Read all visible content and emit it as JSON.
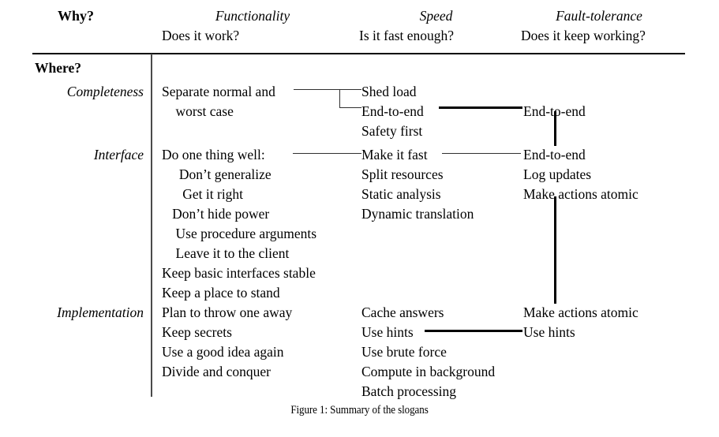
{
  "figure": {
    "caption": "Figure 1: Summary of the slogans",
    "corner_label": "Why?",
    "row_axis_label": "Where?"
  },
  "columns": [
    {
      "title": "Functionality",
      "question": "Does it work?"
    },
    {
      "title": "Speed",
      "question": "Is it fast enough?"
    },
    {
      "title": "Fault-tolerance",
      "question": "Does it keep working?"
    }
  ],
  "rows": [
    {
      "label": "Completeness",
      "functionality": [
        "Separate normal and",
        "    worst case"
      ],
      "speed": [
        "Shed load",
        "End-to-end",
        "Safety first"
      ],
      "fault_tolerance": [
        "End-to-end"
      ]
    },
    {
      "label": "Interface",
      "functionality": [
        "Do one thing well:",
        "     Don’t generalize",
        "      Get it right",
        "   Don’t hide power",
        "    Use procedure arguments",
        "    Leave it to the client",
        "Keep basic interfaces stable",
        "Keep a place to stand"
      ],
      "speed": [
        "Make it fast",
        "Split resources",
        "Static analysis",
        "Dynamic translation"
      ],
      "fault_tolerance": [
        "End-to-end",
        "Log updates",
        "Make actions atomic"
      ]
    },
    {
      "label": "Implementation",
      "functionality": [
        "Plan to throw one away",
        "Keep secrets",
        "Use a good idea again",
        "Divide and conquer"
      ],
      "speed": [
        "Cache answers",
        "Use hints",
        "Use brute force",
        "Compute in background",
        "Batch processing"
      ],
      "fault_tolerance": [
        "Make actions atomic",
        "Use hints"
      ]
    }
  ],
  "colors": {
    "ink": "#000000",
    "rule": "#4a4a4a",
    "background": "#ffffff"
  }
}
